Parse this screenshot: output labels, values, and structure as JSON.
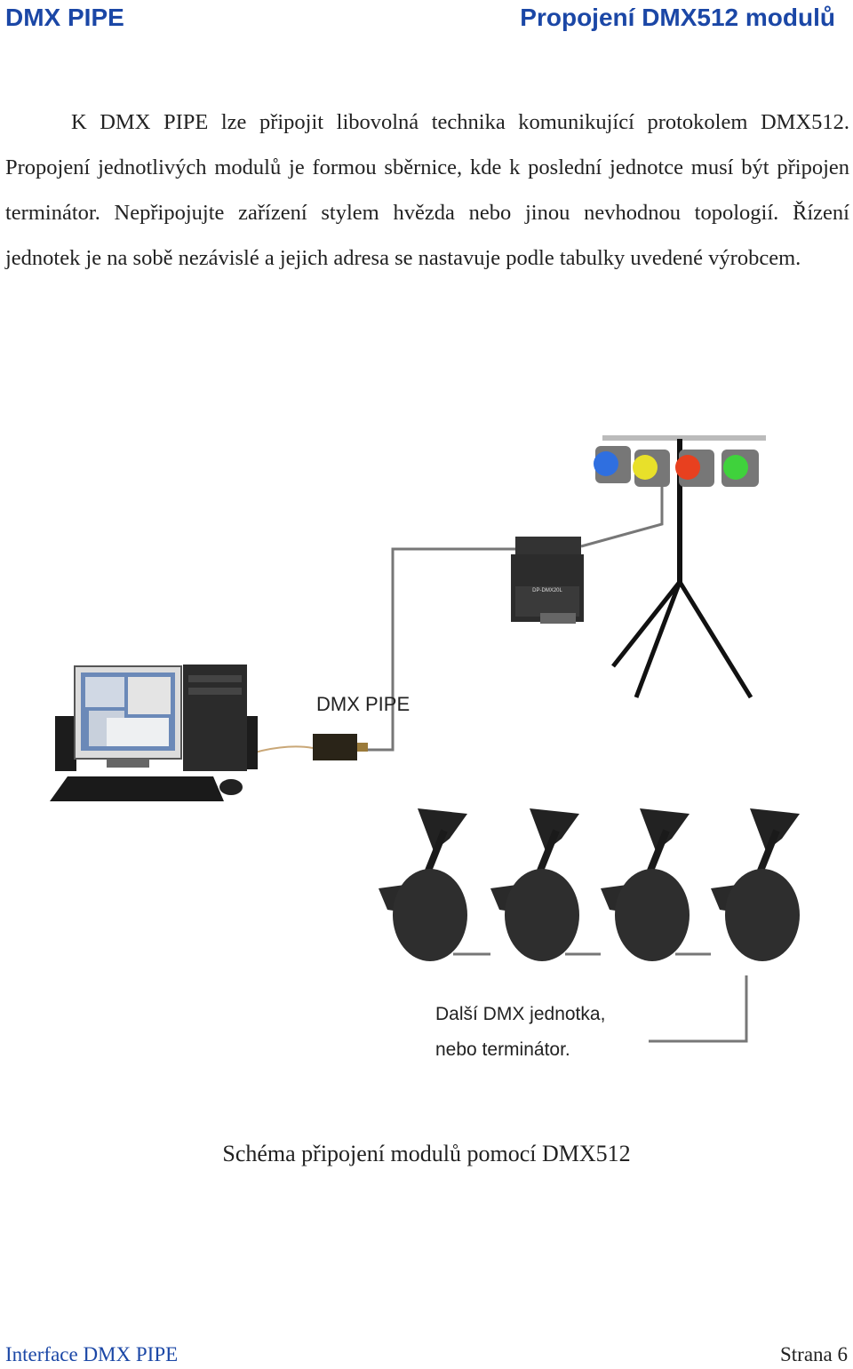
{
  "header": {
    "left": "DMX PIPE",
    "right": "Propojení DMX512 modulů"
  },
  "body": {
    "paragraph": "K DMX PIPE lze připojit libovolná technika komunikující protokolem DMX512. Propojení jednotlivých modulů je formou sběrnice, kde k poslední jednotce musí být připojen terminátor. Nepřipojujte zařízení stylem hvězda nebo jinou nevhodnou topologií. Řízení jednotek je na sobě nezávislé a jejich adresa se nastavuje podle tabulky uvedené výrobcem."
  },
  "diagram": {
    "label_dmx_pipe": "DMX PIPE",
    "label_next_line1": "Další DMX jednotka,",
    "label_next_line2": "nebo terminátor.",
    "dimmer_label": "DP-DMX20L"
  },
  "caption": "Schéma připojení modulů pomocí DMX512",
  "footer": {
    "left": "Interface DMX PIPE",
    "right": "Strana 6"
  },
  "colors": {
    "heading": "#1b47a6",
    "lamp_colors": [
      "#2f6fe0",
      "#e8e02a",
      "#e8401f",
      "#3fd23c"
    ]
  }
}
